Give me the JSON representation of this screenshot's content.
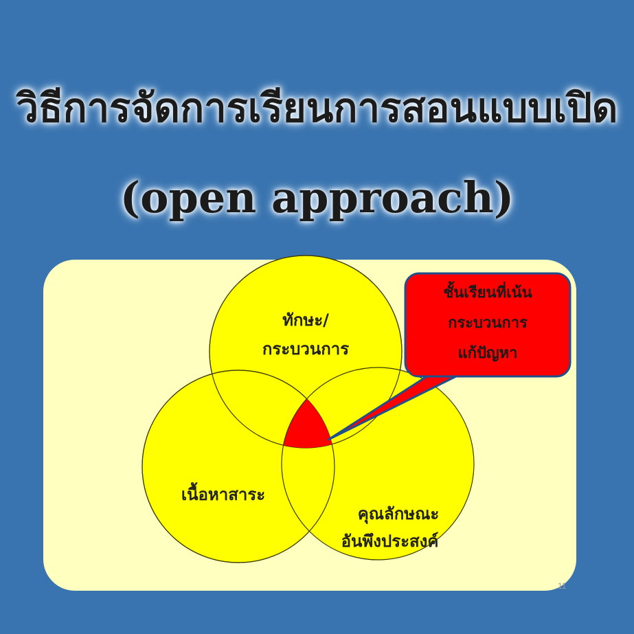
{
  "slide": {
    "title_line1": "วิธีการจัดการเรียนการสอนแบบเปิด",
    "title_line2": "(open approach)",
    "slide_number": "11"
  },
  "venn": {
    "circle_top_label_line1": "ทักษะ/",
    "circle_top_label_line2": "กระบวนการ",
    "circle_left_label": "เนื้อหาสาระ",
    "circle_right_label_line1": "คุณลักษณะ",
    "circle_right_label_line2": "อันพึงประสงค์"
  },
  "callout": {
    "line1": "ชั้นเรียนที่เน้น",
    "line2": "กระบวนการ",
    "line3": "แก้ปัญหา"
  },
  "colors": {
    "background": "#3a74b0",
    "panel": "#ffffc0",
    "circle_fill": "#ffff00",
    "intersection": "#ff0000",
    "callout_fill": "#ff0000",
    "callout_border": "#1f4f8c"
  }
}
